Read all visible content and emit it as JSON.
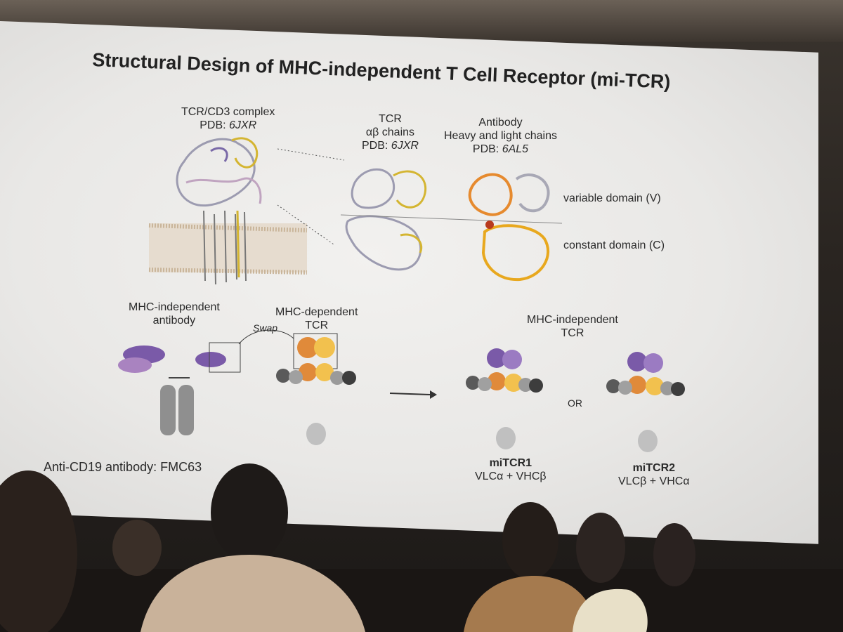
{
  "slide": {
    "title": "Structural Design of MHC-independent T Cell Receptor (mi-TCR)",
    "tcr_cd3": {
      "line1": "TCR/CD3 complex",
      "line2_prefix": "PDB: ",
      "line2_code": "6JXR"
    },
    "tcr_ab": {
      "line1": "TCR",
      "line2": "αβ chains",
      "line3_prefix": "PDB: ",
      "line3_code": "6JXR"
    },
    "antibody": {
      "line1": "Antibody",
      "line2": "Heavy and light chains",
      "line3_prefix": "PDB: ",
      "line3_code": "6AL5"
    },
    "variable_domain": "variable domain (V)",
    "constant_domain": "constant domain (C)",
    "mhc_indep_antibody": {
      "line1": "MHC-independent",
      "line2": "antibody"
    },
    "mhc_dep_tcr": {
      "line1": "MHC-dependent",
      "line2": "TCR"
    },
    "mhc_indep_tcr": {
      "line1": "MHC-independent",
      "line2": "TCR"
    },
    "swap": "Swap",
    "or": "OR",
    "anti_cd19": "Anti-CD19 antibody: FMC63",
    "mitcr1": {
      "name": "miTCR1",
      "formula": "VLCα + VHCβ"
    },
    "mitcr2": {
      "name": "miTCR2",
      "formula": "VLCβ + VHCα"
    }
  },
  "colors": {
    "purple": "#7a5aa8",
    "orange": "#e08a3a",
    "yellow": "#f2c14e",
    "gray": "#9a9a9a",
    "dark": "#3d3d3d"
  }
}
